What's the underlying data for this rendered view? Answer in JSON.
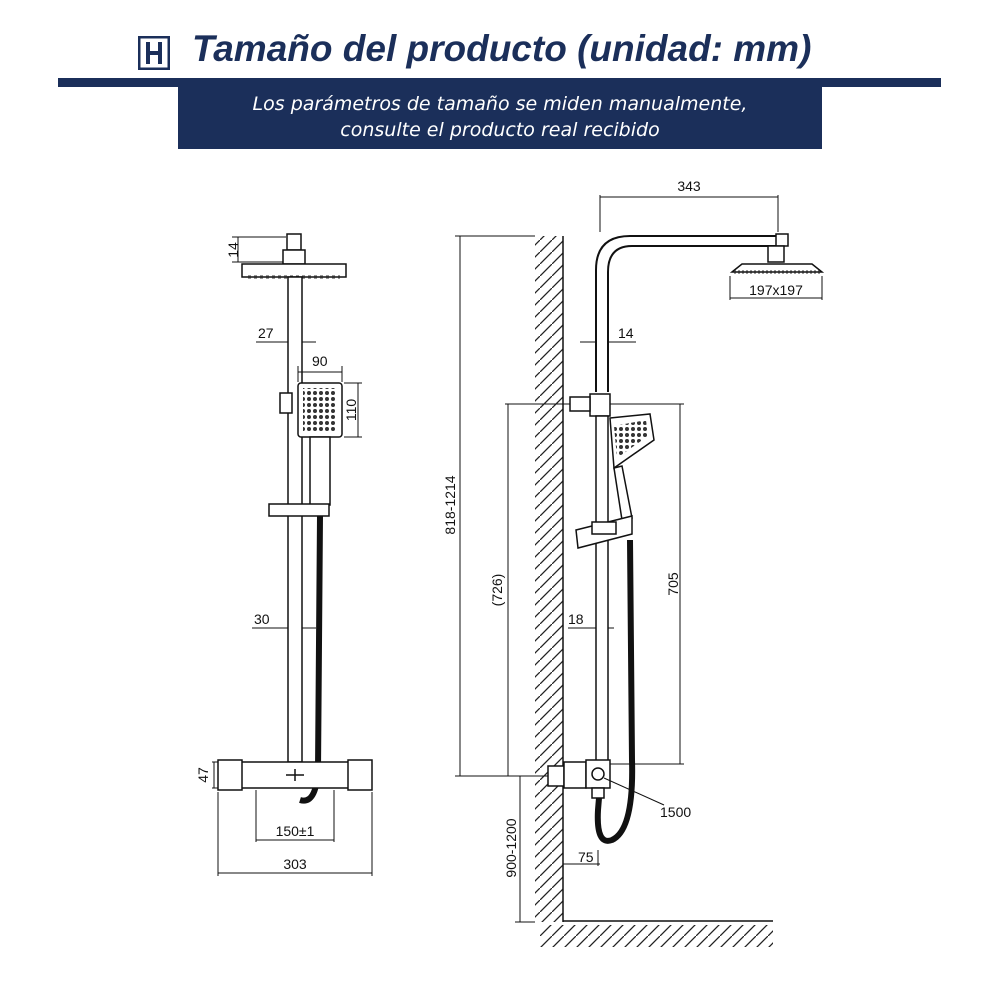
{
  "header": {
    "title": "Tamaño del producto (unidad: mm)",
    "note_line1": "Los parámetros de tamaño se miden manualmente,",
    "note_line2": "consulte el producto real recibido",
    "logo_icon": "brand-logo-icon",
    "accent_color": "#1b2f5a"
  },
  "front_view": {
    "head_thickness": "14",
    "pipe_diameter_upper": "27",
    "handset_width": "90",
    "handset_height": "110",
    "pipe_diameter_lower": "30",
    "valve_height": "47",
    "inlet_spacing": "150±1",
    "overall_width": "303"
  },
  "side_view": {
    "arm_reach": "343",
    "head_size": "197x197",
    "arm_diameter": "14",
    "total_height": "818-1214",
    "riser_height": "(726)",
    "handset_bar_height": "705",
    "bar_diameter": "18",
    "hose_length": "1500",
    "install_height": "900-1200",
    "wall_offset": "75"
  }
}
